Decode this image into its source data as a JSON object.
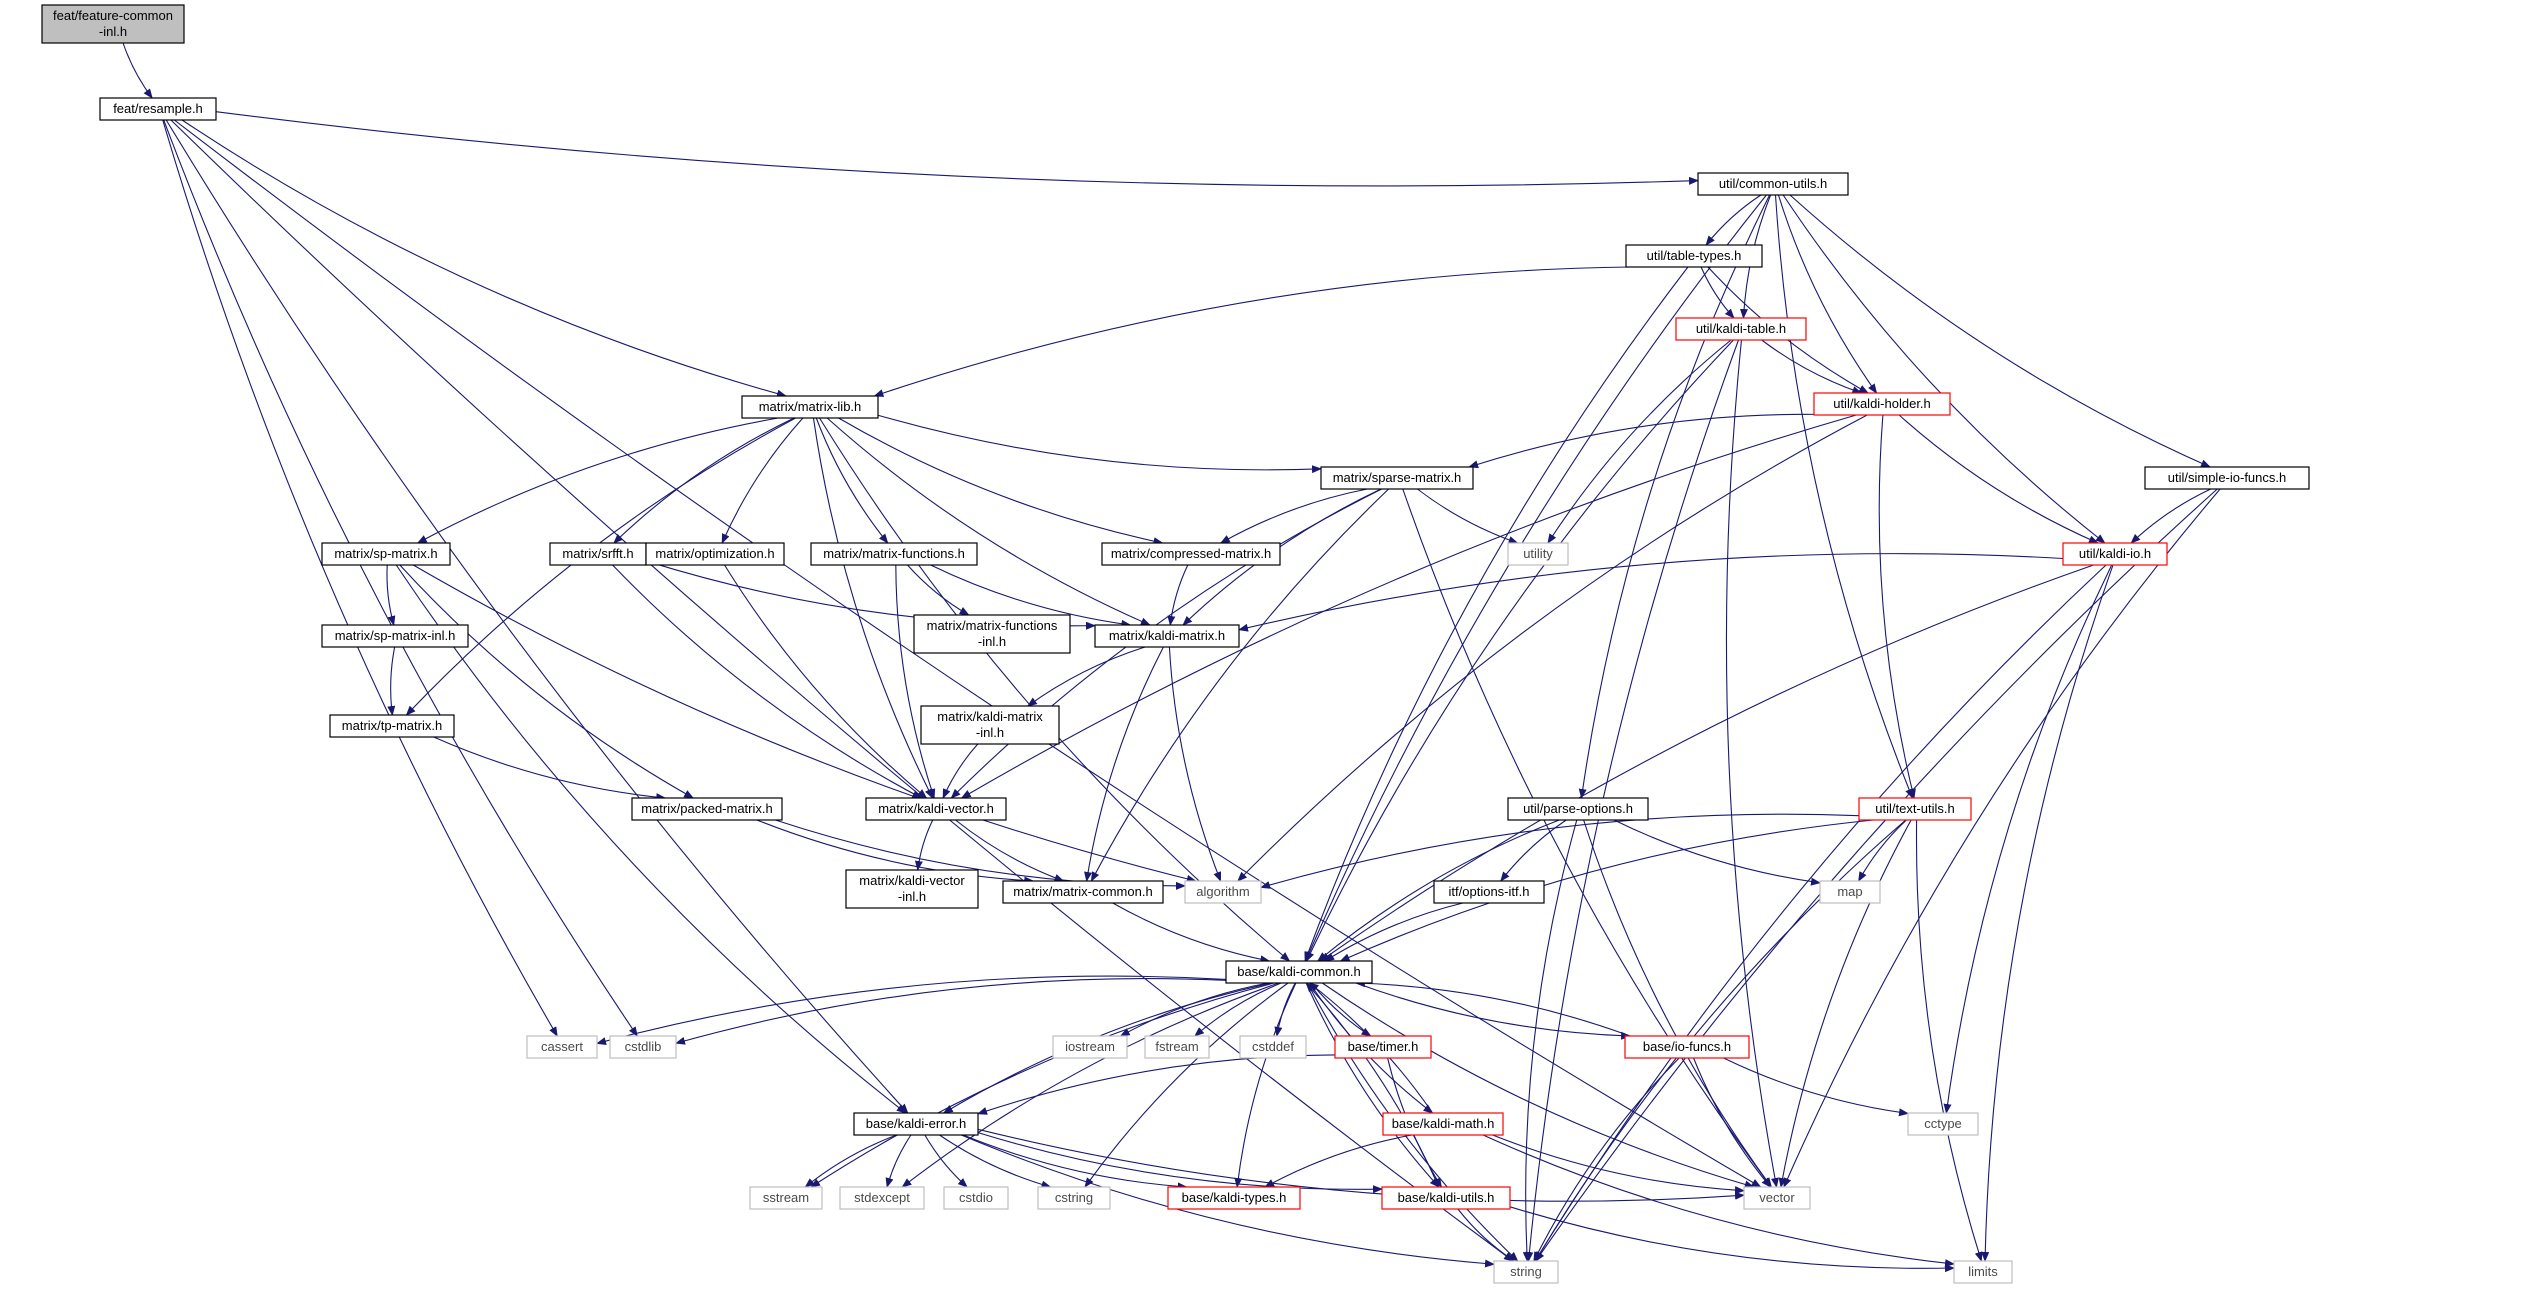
{
  "nodes": {
    "feature_common_inl": {
      "lines": [
        "feat/feature-common",
        "-inl.h"
      ],
      "kind": "root"
    },
    "resample": {
      "lines": [
        "feat/resample.h"
      ],
      "kind": "normal"
    },
    "common_utils": {
      "lines": [
        "util/common-utils.h"
      ],
      "kind": "normal"
    },
    "table_types": {
      "lines": [
        "util/table-types.h"
      ],
      "kind": "normal"
    },
    "kaldi_table": {
      "lines": [
        "util/kaldi-table.h"
      ],
      "kind": "red"
    },
    "kaldi_holder": {
      "lines": [
        "util/kaldi-holder.h"
      ],
      "kind": "red"
    },
    "matrix_lib": {
      "lines": [
        "matrix/matrix-lib.h"
      ],
      "kind": "normal"
    },
    "sparse_matrix": {
      "lines": [
        "matrix/sparse-matrix.h"
      ],
      "kind": "normal"
    },
    "simple_io_funcs": {
      "lines": [
        "util/simple-io-funcs.h"
      ],
      "kind": "normal"
    },
    "kaldi_io": {
      "lines": [
        "util/kaldi-io.h"
      ],
      "kind": "red"
    },
    "sp_matrix": {
      "lines": [
        "matrix/sp-matrix.h"
      ],
      "kind": "normal"
    },
    "srfft": {
      "lines": [
        "matrix/srfft.h"
      ],
      "kind": "normal"
    },
    "optimization": {
      "lines": [
        "matrix/optimization.h"
      ],
      "kind": "normal"
    },
    "matrix_functions": {
      "lines": [
        "matrix/matrix-functions.h"
      ],
      "kind": "normal"
    },
    "compressed_matrix": {
      "lines": [
        "matrix/compressed-matrix.h"
      ],
      "kind": "normal"
    },
    "utility": {
      "lines": [
        "utility"
      ],
      "kind": "system"
    },
    "sp_matrix_inl": {
      "lines": [
        "matrix/sp-matrix-inl.h"
      ],
      "kind": "normal"
    },
    "matrix_functions_inl": {
      "lines": [
        "matrix/matrix-functions",
        "-inl.h"
      ],
      "kind": "normal"
    },
    "kaldi_matrix": {
      "lines": [
        "matrix/kaldi-matrix.h"
      ],
      "kind": "normal"
    },
    "tp_matrix": {
      "lines": [
        "matrix/tp-matrix.h"
      ],
      "kind": "normal"
    },
    "kaldi_matrix_inl": {
      "lines": [
        "matrix/kaldi-matrix",
        "-inl.h"
      ],
      "kind": "normal"
    },
    "packed_matrix": {
      "lines": [
        "matrix/packed-matrix.h"
      ],
      "kind": "normal"
    },
    "kaldi_vector": {
      "lines": [
        "matrix/kaldi-vector.h"
      ],
      "kind": "normal"
    },
    "parse_options": {
      "lines": [
        "util/parse-options.h"
      ],
      "kind": "normal"
    },
    "text_utils": {
      "lines": [
        "util/text-utils.h"
      ],
      "kind": "red"
    },
    "algorithm": {
      "lines": [
        "algorithm"
      ],
      "kind": "system"
    },
    "map": {
      "lines": [
        "map"
      ],
      "kind": "system"
    },
    "kaldi_vector_inl": {
      "lines": [
        "matrix/kaldi-vector",
        "-inl.h"
      ],
      "kind": "normal"
    },
    "matrix_common": {
      "lines": [
        "matrix/matrix-common.h"
      ],
      "kind": "normal"
    },
    "options_itf": {
      "lines": [
        "itf/options-itf.h"
      ],
      "kind": "normal"
    },
    "kaldi_common": {
      "lines": [
        "base/kaldi-common.h"
      ],
      "kind": "normal"
    },
    "cassert": {
      "lines": [
        "cassert"
      ],
      "kind": "system"
    },
    "cstdlib": {
      "lines": [
        "cstdlib"
      ],
      "kind": "system"
    },
    "iostream": {
      "lines": [
        "iostream"
      ],
      "kind": "system"
    },
    "fstream": {
      "lines": [
        "fstream"
      ],
      "kind": "system"
    },
    "cstddef": {
      "lines": [
        "cstddef"
      ],
      "kind": "system"
    },
    "timer": {
      "lines": [
        "base/timer.h"
      ],
      "kind": "red"
    },
    "io_funcs": {
      "lines": [
        "base/io-funcs.h"
      ],
      "kind": "red"
    },
    "kaldi_math": {
      "lines": [
        "base/kaldi-math.h"
      ],
      "kind": "red"
    },
    "cctype": {
      "lines": [
        "cctype"
      ],
      "kind": "system"
    },
    "kaldi_error": {
      "lines": [
        "base/kaldi-error.h"
      ],
      "kind": "normal"
    },
    "sstream": {
      "lines": [
        "sstream"
      ],
      "kind": "system"
    },
    "stdexcept": {
      "lines": [
        "stdexcept"
      ],
      "kind": "system"
    },
    "cstdio": {
      "lines": [
        "cstdio"
      ],
      "kind": "system"
    },
    "cstring": {
      "lines": [
        "cstring"
      ],
      "kind": "system"
    },
    "kaldi_types": {
      "lines": [
        "base/kaldi-types.h"
      ],
      "kind": "red"
    },
    "kaldi_utils": {
      "lines": [
        "base/kaldi-utils.h"
      ],
      "kind": "red"
    },
    "vector": {
      "lines": [
        "vector"
      ],
      "kind": "system"
    },
    "string": {
      "lines": [
        "string"
      ],
      "kind": "system"
    },
    "limits": {
      "lines": [
        "limits"
      ],
      "kind": "system"
    }
  },
  "edges": [
    [
      "feature_common_inl",
      "resample"
    ],
    [
      "resample",
      "common_utils"
    ],
    [
      "resample",
      "matrix_lib"
    ],
    [
      "resample",
      "vector"
    ],
    [
      "resample",
      "cassert"
    ],
    [
      "resample",
      "cstdlib"
    ],
    [
      "resample",
      "kaldi_error"
    ],
    [
      "resample",
      "string"
    ],
    [
      "common_utils",
      "kaldi_common"
    ],
    [
      "common_utils",
      "table_types"
    ],
    [
      "common_utils",
      "kaldi_table"
    ],
    [
      "common_utils",
      "kaldi_holder"
    ],
    [
      "common_utils",
      "parse_options"
    ],
    [
      "common_utils",
      "text_utils"
    ],
    [
      "common_utils",
      "kaldi_io"
    ],
    [
      "common_utils",
      "simple_io_funcs"
    ],
    [
      "table_types",
      "matrix_lib"
    ],
    [
      "table_types",
      "kaldi_table"
    ],
    [
      "table_types",
      "kaldi_holder"
    ],
    [
      "table_types",
      "kaldi_common"
    ],
    [
      "kaldi_table",
      "kaldi_holder"
    ],
    [
      "kaldi_table",
      "utility"
    ],
    [
      "kaldi_table",
      "kaldi_common"
    ],
    [
      "kaldi_table",
      "vector"
    ],
    [
      "kaldi_table",
      "string"
    ],
    [
      "kaldi_holder",
      "sparse_matrix"
    ],
    [
      "kaldi_holder",
      "kaldi_io"
    ],
    [
      "kaldi_holder",
      "text_utils"
    ],
    [
      "kaldi_holder",
      "kaldi_vector"
    ],
    [
      "kaldi_holder",
      "algorithm"
    ],
    [
      "matrix_lib",
      "sp_matrix"
    ],
    [
      "matrix_lib",
      "srfft"
    ],
    [
      "matrix_lib",
      "optimization"
    ],
    [
      "matrix_lib",
      "matrix_functions"
    ],
    [
      "matrix_lib",
      "compressed_matrix"
    ],
    [
      "matrix_lib",
      "sparse_matrix"
    ],
    [
      "matrix_lib",
      "kaldi_matrix"
    ],
    [
      "matrix_lib",
      "tp_matrix"
    ],
    [
      "matrix_lib",
      "kaldi_vector"
    ],
    [
      "matrix_lib",
      "kaldi_common"
    ],
    [
      "sparse_matrix",
      "compressed_matrix"
    ],
    [
      "sparse_matrix",
      "kaldi_matrix"
    ],
    [
      "sparse_matrix",
      "kaldi_vector"
    ],
    [
      "sparse_matrix",
      "matrix_common"
    ],
    [
      "sparse_matrix",
      "utility"
    ],
    [
      "sparse_matrix",
      "vector"
    ],
    [
      "simple_io_funcs",
      "kaldi_io"
    ],
    [
      "simple_io_funcs",
      "vector"
    ],
    [
      "simple_io_funcs",
      "string"
    ],
    [
      "kaldi_io",
      "kaldi_matrix"
    ],
    [
      "kaldi_io",
      "kaldi_common"
    ],
    [
      "kaldi_io",
      "cctype"
    ],
    [
      "kaldi_io",
      "string"
    ],
    [
      "kaldi_io",
      "limits"
    ],
    [
      "sp_matrix",
      "sp_matrix_inl"
    ],
    [
      "sp_matrix",
      "packed_matrix"
    ],
    [
      "sp_matrix",
      "algorithm"
    ],
    [
      "sp_matrix",
      "kaldi_error"
    ],
    [
      "srfft",
      "kaldi_matrix"
    ],
    [
      "srfft",
      "kaldi_vector"
    ],
    [
      "optimization",
      "kaldi_vector"
    ],
    [
      "matrix_functions",
      "matrix_functions_inl"
    ],
    [
      "matrix_functions",
      "kaldi_matrix"
    ],
    [
      "matrix_functions",
      "kaldi_vector"
    ],
    [
      "compressed_matrix",
      "kaldi_matrix"
    ],
    [
      "sp_matrix_inl",
      "tp_matrix"
    ],
    [
      "kaldi_matrix",
      "kaldi_matrix_inl"
    ],
    [
      "kaldi_matrix",
      "matrix_common"
    ],
    [
      "kaldi_matrix",
      "algorithm"
    ],
    [
      "tp_matrix",
      "packed_matrix"
    ],
    [
      "kaldi_matrix_inl",
      "kaldi_vector"
    ],
    [
      "packed_matrix",
      "matrix_common"
    ],
    [
      "packed_matrix",
      "algorithm"
    ],
    [
      "kaldi_vector",
      "kaldi_vector_inl"
    ],
    [
      "kaldi_vector",
      "matrix_common"
    ],
    [
      "parse_options",
      "options_itf"
    ],
    [
      "parse_options",
      "kaldi_common"
    ],
    [
      "parse_options",
      "map"
    ],
    [
      "parse_options",
      "vector"
    ],
    [
      "parse_options",
      "string"
    ],
    [
      "text_utils",
      "algorithm"
    ],
    [
      "text_utils",
      "map"
    ],
    [
      "text_utils",
      "kaldi_common"
    ],
    [
      "text_utils",
      "vector"
    ],
    [
      "text_utils",
      "string"
    ],
    [
      "text_utils",
      "limits"
    ],
    [
      "matrix_common",
      "kaldi_common"
    ],
    [
      "options_itf",
      "kaldi_common"
    ],
    [
      "kaldi_common",
      "cassert"
    ],
    [
      "kaldi_common",
      "cstdlib"
    ],
    [
      "kaldi_common",
      "iostream"
    ],
    [
      "kaldi_common",
      "fstream"
    ],
    [
      "kaldi_common",
      "cstddef"
    ],
    [
      "kaldi_common",
      "timer"
    ],
    [
      "kaldi_common",
      "io_funcs"
    ],
    [
      "kaldi_common",
      "kaldi_math"
    ],
    [
      "kaldi_common",
      "kaldi_error"
    ],
    [
      "kaldi_common",
      "sstream"
    ],
    [
      "kaldi_common",
      "stdexcept"
    ],
    [
      "kaldi_common",
      "cstring"
    ],
    [
      "kaldi_common",
      "kaldi_types"
    ],
    [
      "kaldi_common",
      "kaldi_utils"
    ],
    [
      "kaldi_common",
      "vector"
    ],
    [
      "kaldi_common",
      "string"
    ],
    [
      "timer",
      "kaldi_error"
    ],
    [
      "timer",
      "kaldi_utils"
    ],
    [
      "io_funcs",
      "kaldi_common"
    ],
    [
      "io_funcs",
      "cctype"
    ],
    [
      "io_funcs",
      "vector"
    ],
    [
      "io_funcs",
      "string"
    ],
    [
      "kaldi_math",
      "kaldi_common"
    ],
    [
      "kaldi_math",
      "kaldi_types"
    ],
    [
      "kaldi_math",
      "vector"
    ],
    [
      "kaldi_math",
      "limits"
    ],
    [
      "kaldi_utils",
      "kaldi_common"
    ],
    [
      "kaldi_utils",
      "string"
    ],
    [
      "kaldi_utils",
      "limits"
    ],
    [
      "kaldi_error",
      "sstream"
    ],
    [
      "kaldi_error",
      "stdexcept"
    ],
    [
      "kaldi_error",
      "cstdio"
    ],
    [
      "kaldi_error",
      "cstring"
    ],
    [
      "kaldi_error",
      "kaldi_types"
    ],
    [
      "kaldi_error",
      "kaldi_utils"
    ],
    [
      "kaldi_error",
      "vector"
    ],
    [
      "kaldi_error",
      "string"
    ]
  ],
  "colors": {
    "edge": "#191970",
    "normal_border": "#000000",
    "red_border": "#ff0000",
    "system_border": "#bfbfbf",
    "root_fill": "#bfbfbf",
    "node_fill": "#ffffff"
  }
}
